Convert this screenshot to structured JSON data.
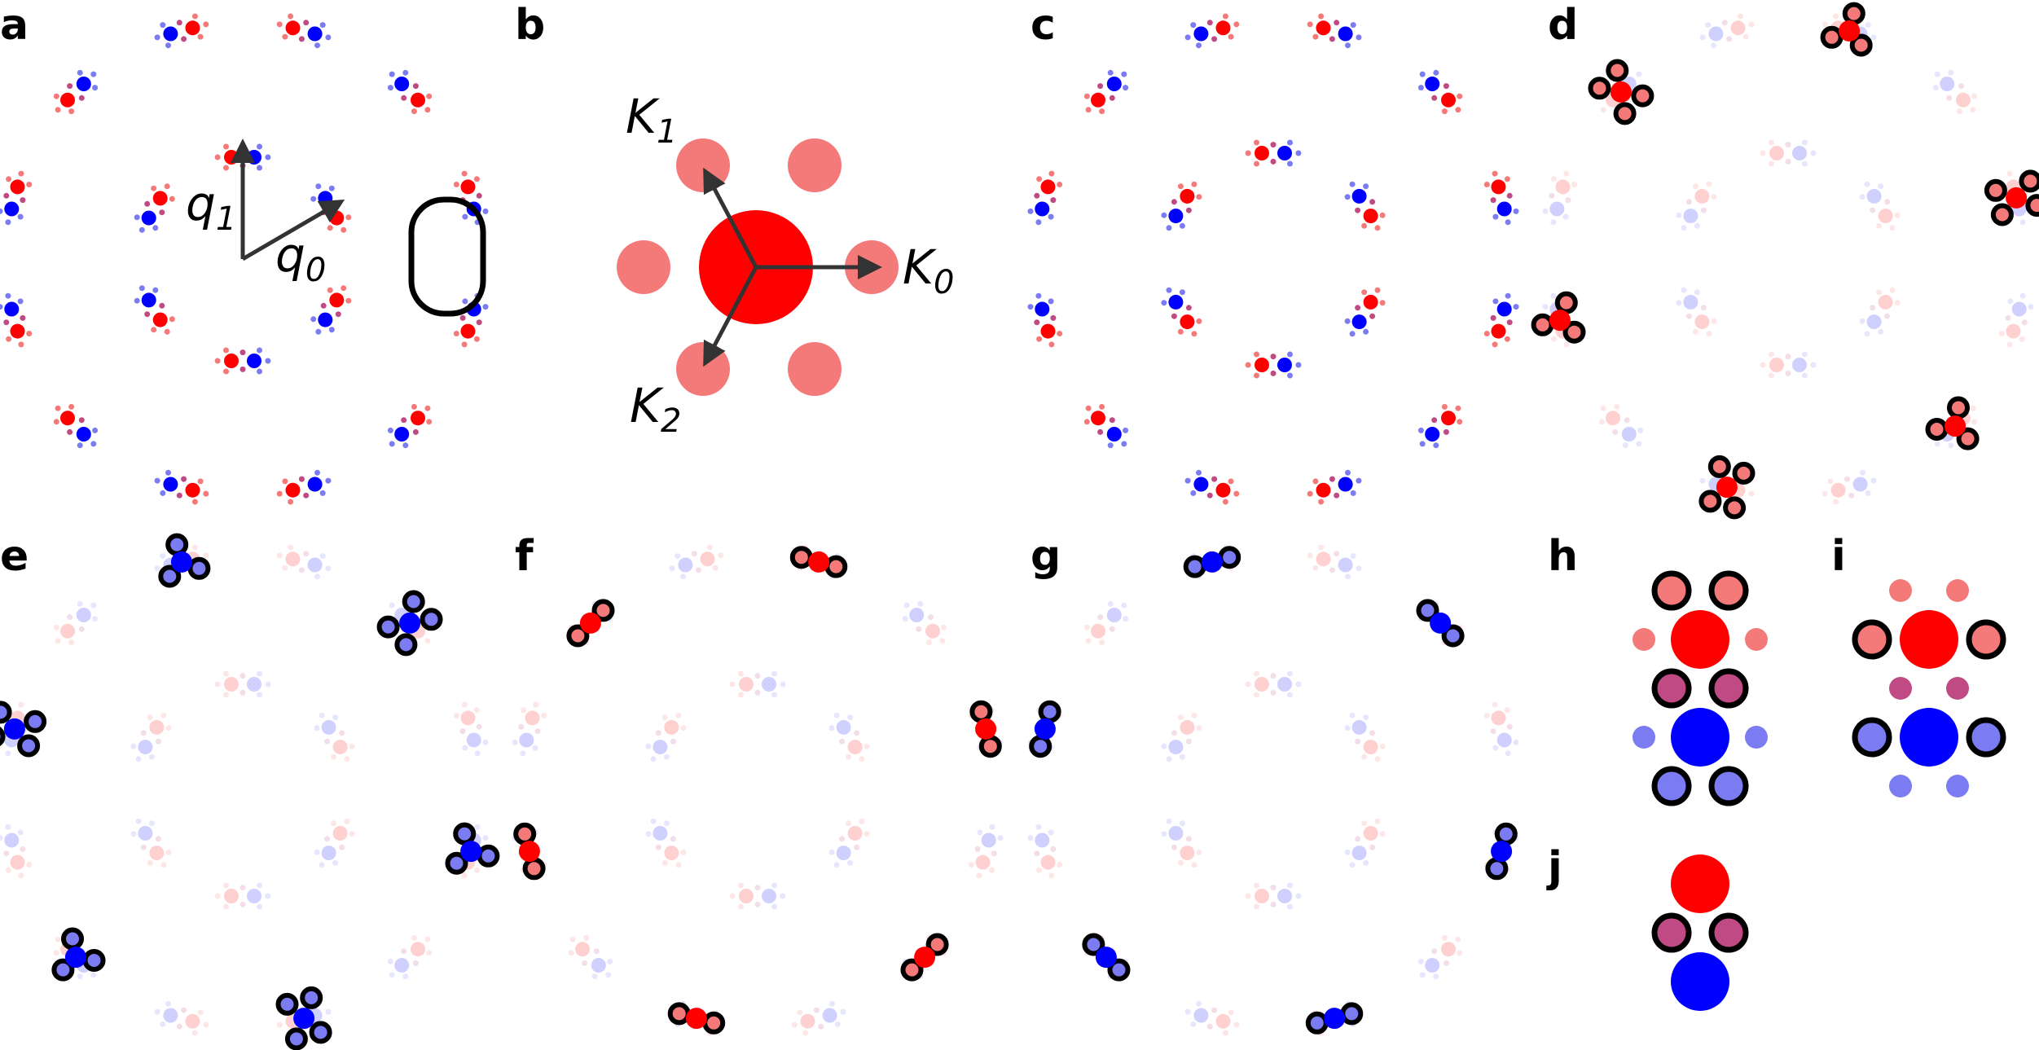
{
  "colors": {
    "red": "#ff0000",
    "blue": "#0000ff",
    "light_red": "#f47a7a",
    "light_blue": "#7b7bf2",
    "purple": "#c04a84",
    "arrow": "#333333",
    "ring": "#000000"
  },
  "panels": {
    "a": {
      "label": "a"
    },
    "b": {
      "label": "b"
    },
    "c": {
      "label": "c"
    },
    "d": {
      "label": "d"
    },
    "e": {
      "label": "e"
    },
    "f": {
      "label": "f"
    },
    "g": {
      "label": "g"
    },
    "h": {
      "label": "h"
    },
    "i": {
      "label": "i"
    },
    "j": {
      "label": "j"
    }
  },
  "vectors_a": {
    "q1": {
      "main": "q",
      "sub": "1"
    },
    "q0": {
      "main": "q",
      "sub": "0"
    }
  },
  "vectors_b": {
    "k1": {
      "main": "K",
      "sub": "1"
    },
    "k0": {
      "main": "K",
      "sub": "0"
    },
    "k2": {
      "main": "K",
      "sub": "2"
    }
  }
}
